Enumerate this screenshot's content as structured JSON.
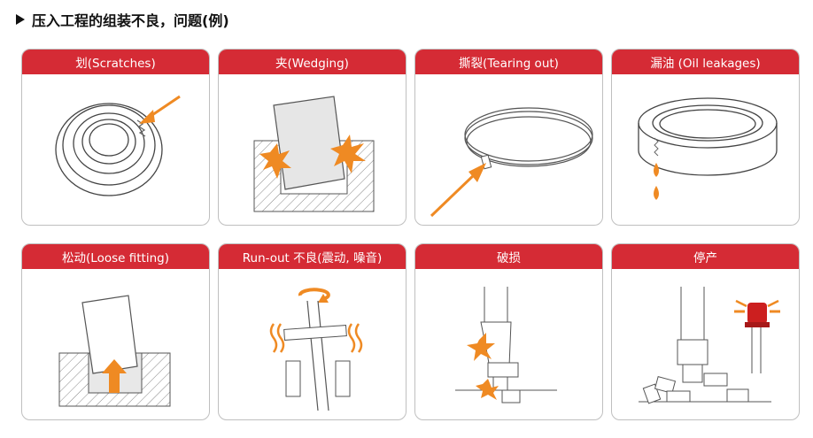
{
  "page": {
    "title": "压入工程的组装不良，问题(例)"
  },
  "colors": {
    "header_red": "#d52b35",
    "accent_orange": "#ef8a23",
    "line": "#555555"
  },
  "cards": [
    {
      "label": "划(Scratches)",
      "icon": "scratched-ring-icon"
    },
    {
      "label": "夹(Wedging)",
      "icon": "wedged-block-icon"
    },
    {
      "label": "撕裂(Tearing out)",
      "icon": "torn-ring-icon"
    },
    {
      "label": "漏油 (Oil leakages)",
      "icon": "oil-leak-ring-icon"
    },
    {
      "label": "松动(Loose fitting)",
      "icon": "loose-fit-icon"
    },
    {
      "label": "Run-out 不良(震动, 噪音)",
      "icon": "run-out-shaft-icon"
    },
    {
      "label": "破损",
      "icon": "broken-press-icon"
    },
    {
      "label": "停产",
      "icon": "stopped-line-icon"
    }
  ]
}
